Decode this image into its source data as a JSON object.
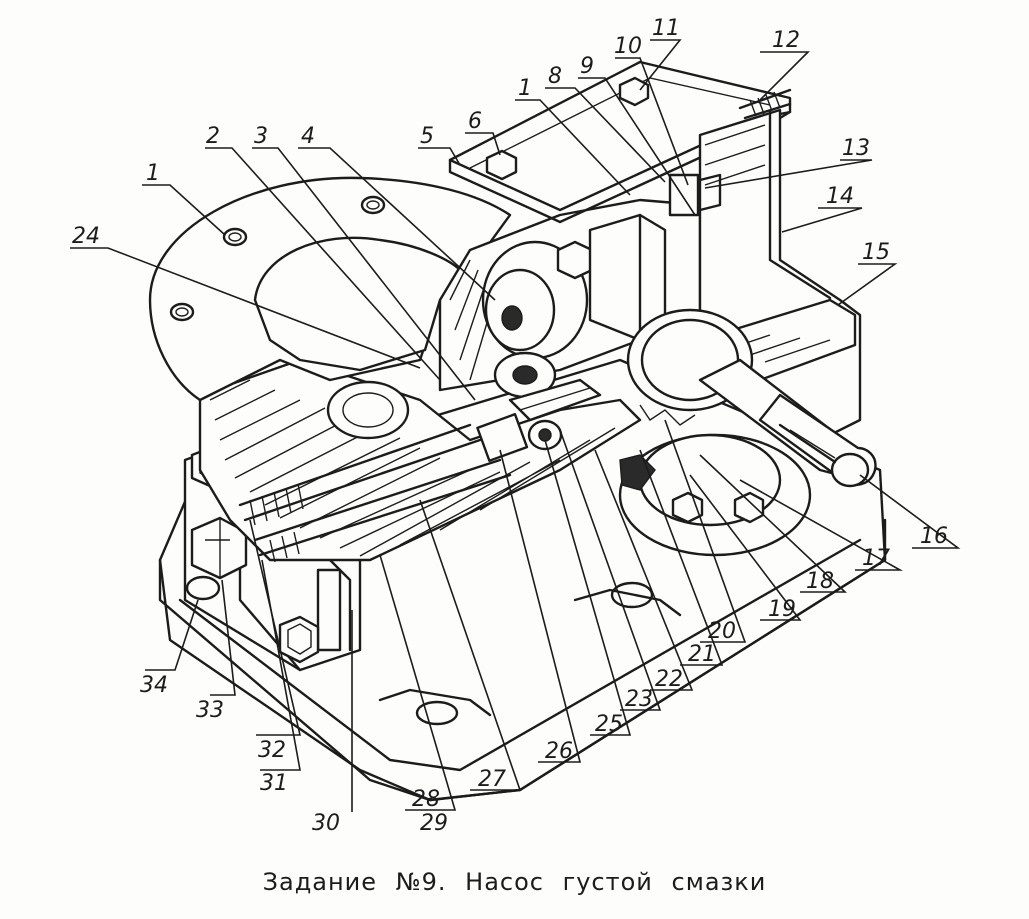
{
  "caption": "Задание №9. Насос густой смазки",
  "callouts": [
    "1",
    "2",
    "3",
    "4",
    "5",
    "6",
    "1",
    "8",
    "9",
    "10",
    "11",
    "12",
    "13",
    "14",
    "15",
    "16",
    "17",
    "18",
    "19",
    "20",
    "21",
    "22",
    "23",
    "25",
    "26",
    "27",
    "28",
    "29",
    "30",
    "31",
    "32",
    "33",
    "34",
    "24"
  ],
  "colors": {
    "ink": "#1c1c1c",
    "paper": "#fdfdfb"
  }
}
